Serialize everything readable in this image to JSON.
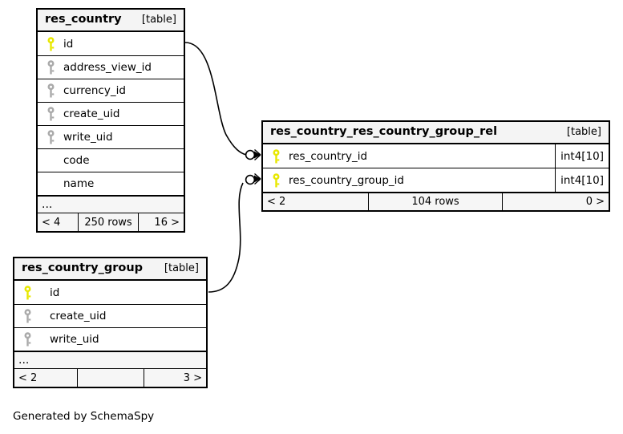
{
  "diagram": {
    "generator_note": "Generated by SchemaSpy",
    "table_kind_label": "[table]",
    "ellipsis_label": "...",
    "colors": {
      "primary_key": "#e8e800",
      "foreign_key": "#aaaaaa",
      "border": "#000000",
      "header_background": "#f4f4f4",
      "footer_background": "#f6f6f6",
      "canvas_background": "#ffffff"
    }
  },
  "entities": [
    {
      "id": "res_country",
      "name": "res_country",
      "kind": "[table]",
      "columns": [
        {
          "name": "id",
          "key": "primary",
          "type": ""
        },
        {
          "name": "address_view_id",
          "key": "foreign",
          "type": ""
        },
        {
          "name": "currency_id",
          "key": "foreign",
          "type": ""
        },
        {
          "name": "create_uid",
          "key": "foreign",
          "type": ""
        },
        {
          "name": "write_uid",
          "key": "foreign",
          "type": ""
        },
        {
          "name": "code",
          "key": "none",
          "type": ""
        },
        {
          "name": "name",
          "key": "none",
          "type": ""
        }
      ],
      "has_more_columns": true,
      "footer": {
        "left": "< 4",
        "center": "250 rows",
        "right": "16 >"
      }
    },
    {
      "id": "res_country_res_country_group_rel",
      "name": "res_country_res_country_group_rel",
      "kind": "[table]",
      "columns": [
        {
          "name": "res_country_id",
          "key": "primary",
          "type": "int4[10]"
        },
        {
          "name": "res_country_group_id",
          "key": "primary",
          "type": "int4[10]"
        }
      ],
      "has_more_columns": false,
      "footer": {
        "left": "< 2",
        "center": "104 rows",
        "right": "0 >"
      }
    },
    {
      "id": "res_country_group",
      "name": "res_country_group",
      "kind": "[table]",
      "columns": [
        {
          "name": "id",
          "key": "primary",
          "type": ""
        },
        {
          "name": "create_uid",
          "key": "foreign",
          "type": ""
        },
        {
          "name": "write_uid",
          "key": "foreign",
          "type": ""
        }
      ],
      "has_more_columns": true,
      "footer": {
        "left": "< 2",
        "center": "",
        "right": "3 >"
      }
    }
  ],
  "relationships": [
    {
      "from_entity": "res_country",
      "from_column": "id",
      "to_entity": "res_country_res_country_group_rel",
      "to_column": "res_country_id",
      "notation": "zero-or-many"
    },
    {
      "from_entity": "res_country_group",
      "from_column": "id",
      "to_entity": "res_country_res_country_group_rel",
      "to_column": "res_country_group_id",
      "notation": "zero-or-many"
    }
  ]
}
